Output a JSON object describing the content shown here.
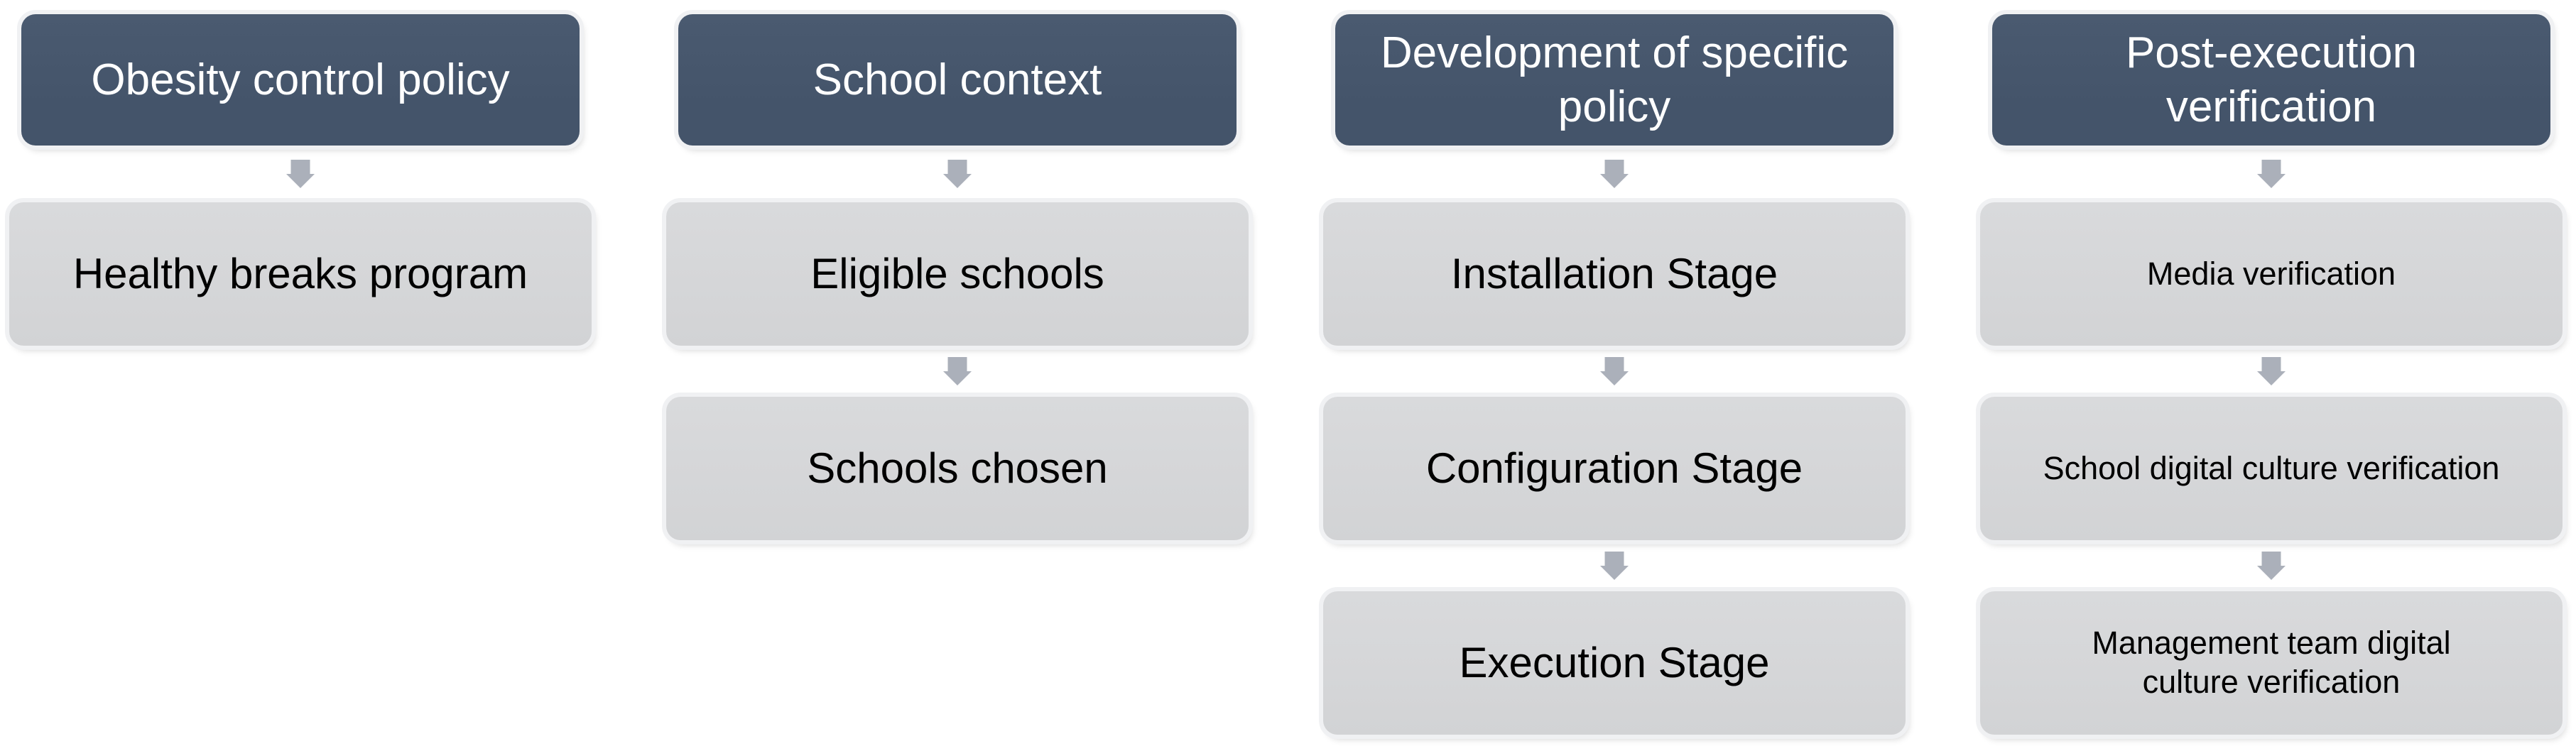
{
  "diagram": {
    "type": "vertical-flow-columns",
    "column_count": 4
  },
  "colors": {
    "header_bg": "#44546a",
    "header_text": "#ffffff",
    "item_bg": "#d5d6d8",
    "item_text": "#000000",
    "arrow": "#abb0ba",
    "ring": "#f0f1f3",
    "background": "#ffffff"
  },
  "icons": {
    "connector": "down-arrow-icon"
  },
  "columns": [
    {
      "header": "Obesity control policy",
      "items": [
        "Healthy breaks program"
      ]
    },
    {
      "header": "School context",
      "items": [
        "Eligible schools",
        "Schools chosen"
      ]
    },
    {
      "header": "Development of specific\npolicy",
      "items": [
        "Installation Stage",
        "Configuration Stage",
        "Execution Stage"
      ]
    },
    {
      "header": "Post-execution\nverification",
      "items": [
        "Media verification",
        "School digital culture verification",
        "Management team digital\nculture verification"
      ]
    }
  ]
}
